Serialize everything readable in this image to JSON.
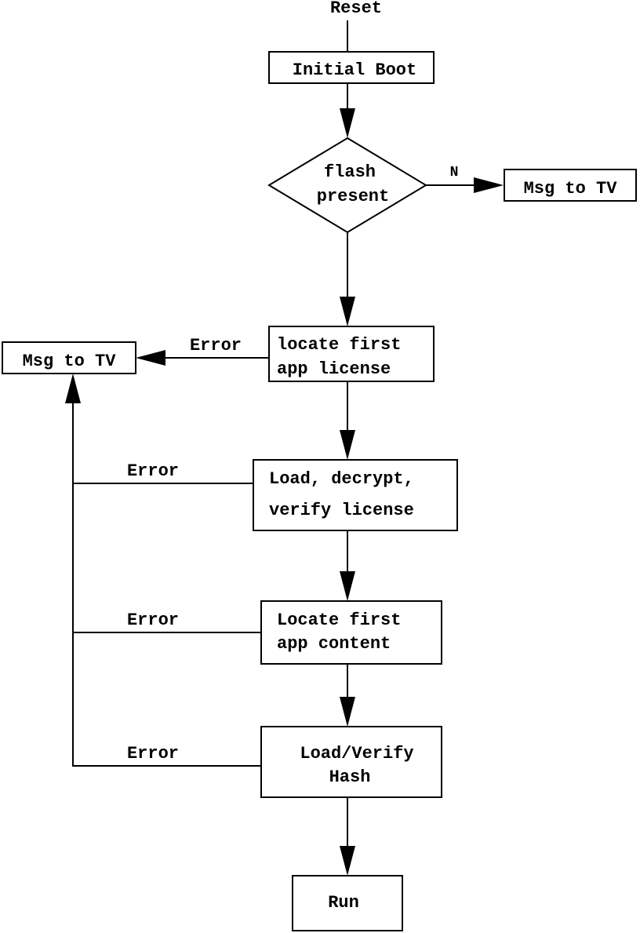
{
  "diagram": {
    "reset": "Reset",
    "initial_boot": "Initial Boot",
    "flash_present": [
      "flash",
      "present"
    ],
    "no_label": "N",
    "msg_to_tv_right": "Msg to TV",
    "msg_to_tv_left": "Msg to TV",
    "locate_license": [
      "locate first",
      "app license"
    ],
    "load_license": [
      "Load, decrypt,",
      "verify license"
    ],
    "locate_content": [
      "Locate first",
      "app content"
    ],
    "load_hash": [
      "Load/Verify",
      "Hash"
    ],
    "run": "Run",
    "error_labels": [
      "Error",
      "Error",
      "Error",
      "Error"
    ],
    "line_color": "#000000",
    "fill_color": "#ffffff"
  }
}
